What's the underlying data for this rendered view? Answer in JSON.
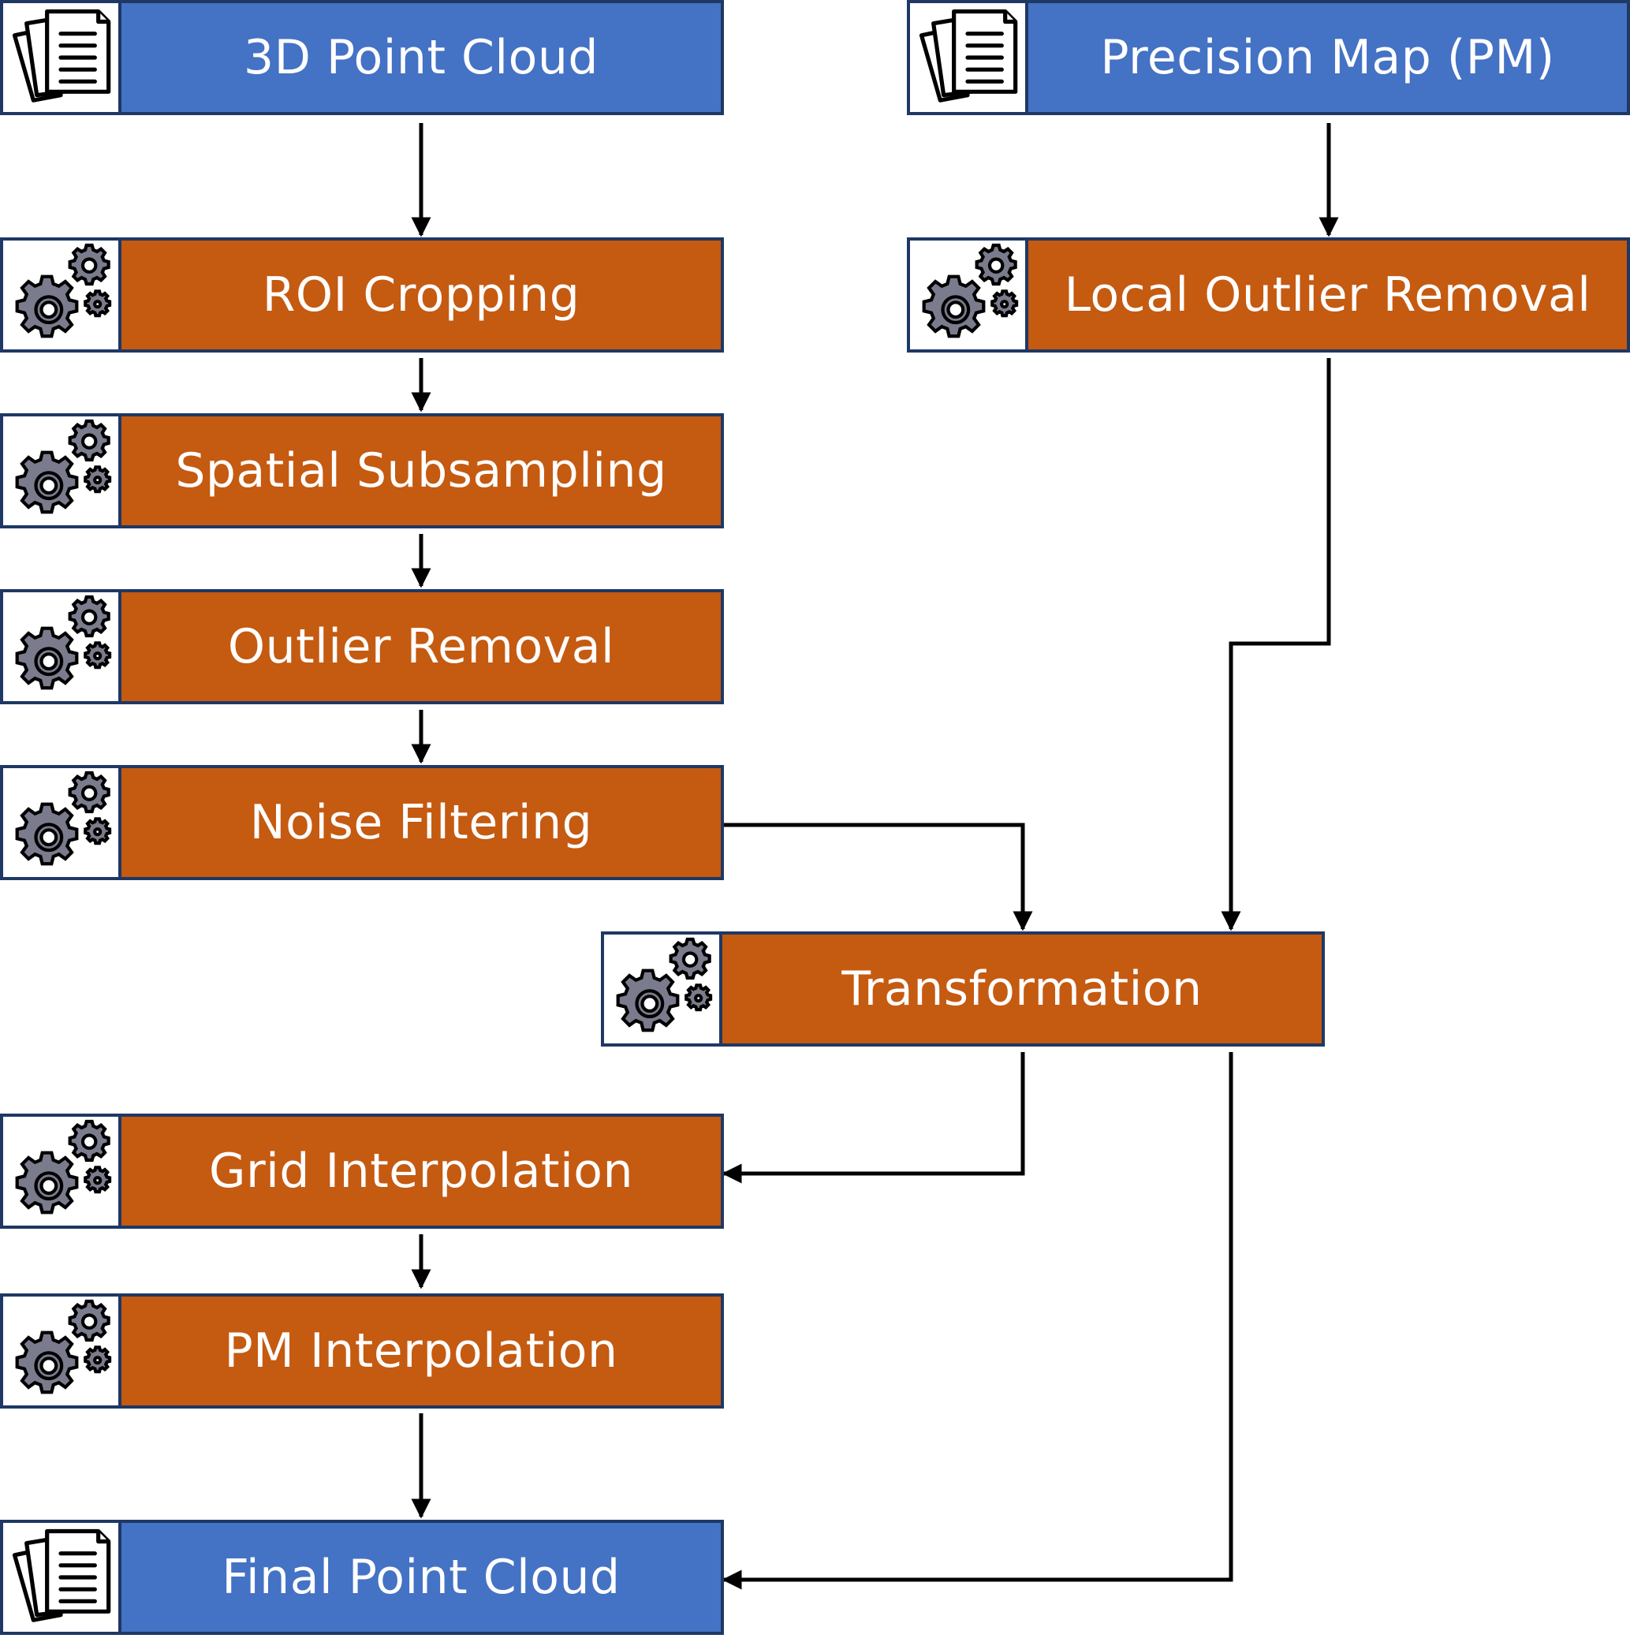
{
  "diagram": {
    "nodes": [
      {
        "id": "point-cloud",
        "label": "3D Point Cloud",
        "kind": "data"
      },
      {
        "id": "precision-map",
        "label": "Precision Map (PM)",
        "kind": "data"
      },
      {
        "id": "roi-cropping",
        "label": "ROI Cropping",
        "kind": "process"
      },
      {
        "id": "local-outlier-removal",
        "label": "Local Outlier Removal",
        "kind": "process"
      },
      {
        "id": "spatial-subsampling",
        "label": "Spatial Subsampling",
        "kind": "process"
      },
      {
        "id": "outlier-removal",
        "label": "Outlier Removal",
        "kind": "process"
      },
      {
        "id": "noise-filtering",
        "label": "Noise Filtering",
        "kind": "process"
      },
      {
        "id": "transformation",
        "label": "Transformation",
        "kind": "process"
      },
      {
        "id": "grid-interpolation",
        "label": "Grid Interpolation",
        "kind": "process"
      },
      {
        "id": "pm-interpolation",
        "label": "PM Interpolation",
        "kind": "process"
      },
      {
        "id": "final-point-cloud",
        "label": "Final Point Cloud",
        "kind": "data"
      }
    ],
    "edges": [
      {
        "from": "point-cloud",
        "to": "roi-cropping"
      },
      {
        "from": "roi-cropping",
        "to": "spatial-subsampling"
      },
      {
        "from": "spatial-subsampling",
        "to": "outlier-removal"
      },
      {
        "from": "outlier-removal",
        "to": "noise-filtering"
      },
      {
        "from": "noise-filtering",
        "to": "transformation"
      },
      {
        "from": "precision-map",
        "to": "local-outlier-removal"
      },
      {
        "from": "local-outlier-removal",
        "to": "transformation"
      },
      {
        "from": "transformation",
        "to": "grid-interpolation"
      },
      {
        "from": "grid-interpolation",
        "to": "pm-interpolation"
      },
      {
        "from": "pm-interpolation",
        "to": "final-point-cloud"
      },
      {
        "from": "transformation",
        "to": "final-point-cloud"
      }
    ],
    "icons": {
      "data": "documents-icon",
      "process": "gears-icon"
    },
    "colors": {
      "data": "#4472c4",
      "process": "#c55a11",
      "border": "#1f3864",
      "wire": "#000000"
    }
  }
}
